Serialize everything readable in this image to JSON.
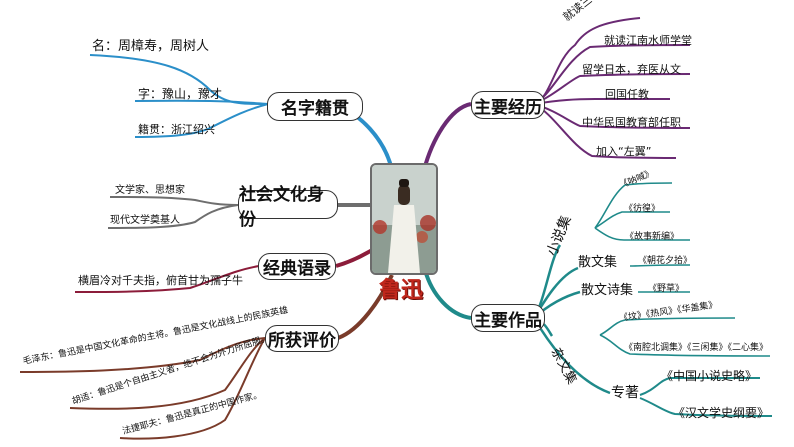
{
  "center": {
    "name": "鲁迅"
  },
  "colors": {
    "blue": "#2b8fc9",
    "purple": "#6a2a73",
    "gray": "#6e6e6e",
    "crimson": "#8c1c3a",
    "brown": "#7a3b2a",
    "teal": "#1f8a8a",
    "green": "#3e8a66"
  },
  "left": {
    "name_branch": {
      "title": "名字籍贯",
      "items": [
        "名：周樟寿，周树人",
        "字：豫山，豫才",
        "籍贯：浙江绍兴"
      ]
    },
    "identity": {
      "title": "社会文化身份",
      "items": [
        "文学家、思想家",
        "现代文学奠基人"
      ]
    },
    "quote": {
      "title": "经典语录",
      "items": [
        "横眉冷对千夫指，俯首甘为孺子牛"
      ]
    },
    "evaluation": {
      "title": "所获评价",
      "items": [
        "毛泽东：鲁迅是中国文化革命的主将。鲁迅是文化战线上的民族英雄",
        "胡适：鲁迅是个自由主义者，绝不会为外力所屈服。",
        "法捷耶夫：鲁迅是真正的中国作家。"
      ]
    }
  },
  "right": {
    "experience": {
      "title": "主要经历",
      "items": [
        "就读三味书屋",
        "就读江南水师学堂",
        "留学日本，弃医从文",
        "回国任教",
        "中华民国教育部任职",
        "加入“左翼”"
      ]
    },
    "works": {
      "title": "主要作品",
      "novels": {
        "label": "小说集",
        "items": [
          "《呐喊》",
          "《彷徨》",
          "《故事新编》"
        ]
      },
      "essays": {
        "label": "散文集",
        "items": [
          "《朝花夕拾》"
        ]
      },
      "prose_poems": {
        "label": "散文诗集",
        "items": [
          "《野草》"
        ]
      },
      "zawen": {
        "label": "杂文集",
        "items": [
          "《坟》《热风》《华盖集》",
          "《南腔北调集》《三闲集》《二心集》"
        ]
      },
      "monographs": {
        "label": "专著",
        "items": [
          "《中国小说史略》",
          "《汉文学史纲要》"
        ]
      }
    }
  }
}
